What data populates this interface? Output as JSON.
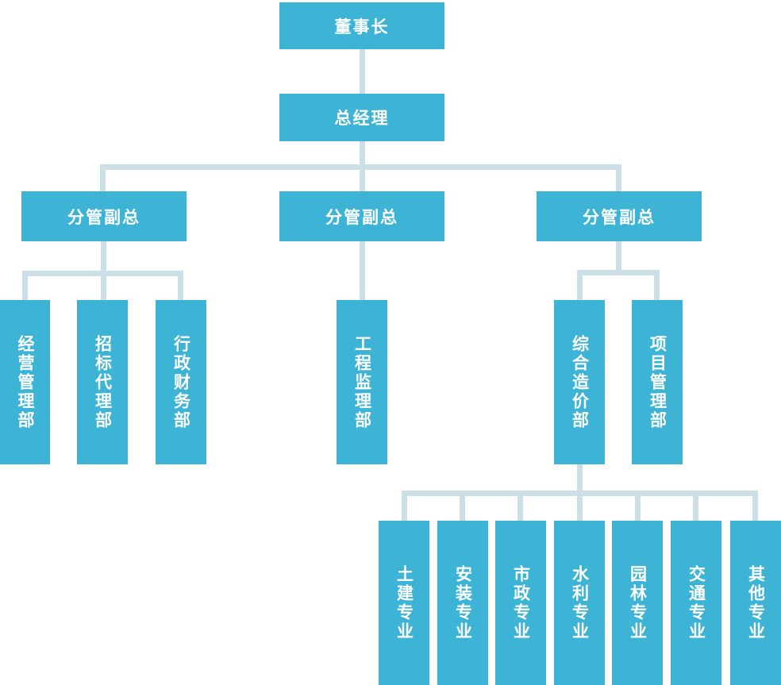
{
  "chart": {
    "type": "org-chart",
    "colors": {
      "node_fill": "#3DB4D6",
      "node_text": "#FFFFFF",
      "connector": "#CCDFE7",
      "background": "#FFFFFF"
    },
    "nodes": [
      {
        "id": "chairman",
        "label": "董事长",
        "level": 1,
        "reports_to": null
      },
      {
        "id": "general-manager",
        "label": "总经理",
        "level": 2,
        "reports_to": "chairman"
      },
      {
        "id": "deputy-1",
        "label": "分管副总",
        "level": 3,
        "reports_to": "general-manager"
      },
      {
        "id": "deputy-2",
        "label": "分管副总",
        "level": 3,
        "reports_to": "general-manager"
      },
      {
        "id": "deputy-3",
        "label": "分管副总",
        "level": 3,
        "reports_to": "general-manager"
      },
      {
        "id": "dept-operations",
        "label": "经营管理部",
        "level": 4,
        "reports_to": "deputy-1"
      },
      {
        "id": "dept-bidding",
        "label": "招标代理部",
        "level": 4,
        "reports_to": "deputy-1"
      },
      {
        "id": "dept-admin-finance",
        "label": "行政财务部",
        "level": 4,
        "reports_to": "deputy-1"
      },
      {
        "id": "dept-supervision",
        "label": "工程监理部",
        "level": 4,
        "reports_to": "deputy-2"
      },
      {
        "id": "dept-cost",
        "label": "综合造价部",
        "level": 4,
        "reports_to": "deputy-3"
      },
      {
        "id": "dept-project",
        "label": "项目管理部",
        "level": 4,
        "reports_to": "deputy-3"
      },
      {
        "id": "spec-civil",
        "label": "土建专业",
        "level": 5,
        "reports_to": "dept-cost"
      },
      {
        "id": "spec-installation",
        "label": "安装专业",
        "level": 5,
        "reports_to": "dept-cost"
      },
      {
        "id": "spec-municipal",
        "label": "市政专业",
        "level": 5,
        "reports_to": "dept-cost"
      },
      {
        "id": "spec-water",
        "label": "水利专业",
        "level": 5,
        "reports_to": "dept-cost"
      },
      {
        "id": "spec-landscape",
        "label": "园林专业",
        "level": 5,
        "reports_to": "dept-cost"
      },
      {
        "id": "spec-transport",
        "label": "交通专业",
        "level": 5,
        "reports_to": "dept-cost"
      },
      {
        "id": "spec-other",
        "label": "其他专业",
        "level": 5,
        "reports_to": "dept-cost"
      }
    ]
  }
}
